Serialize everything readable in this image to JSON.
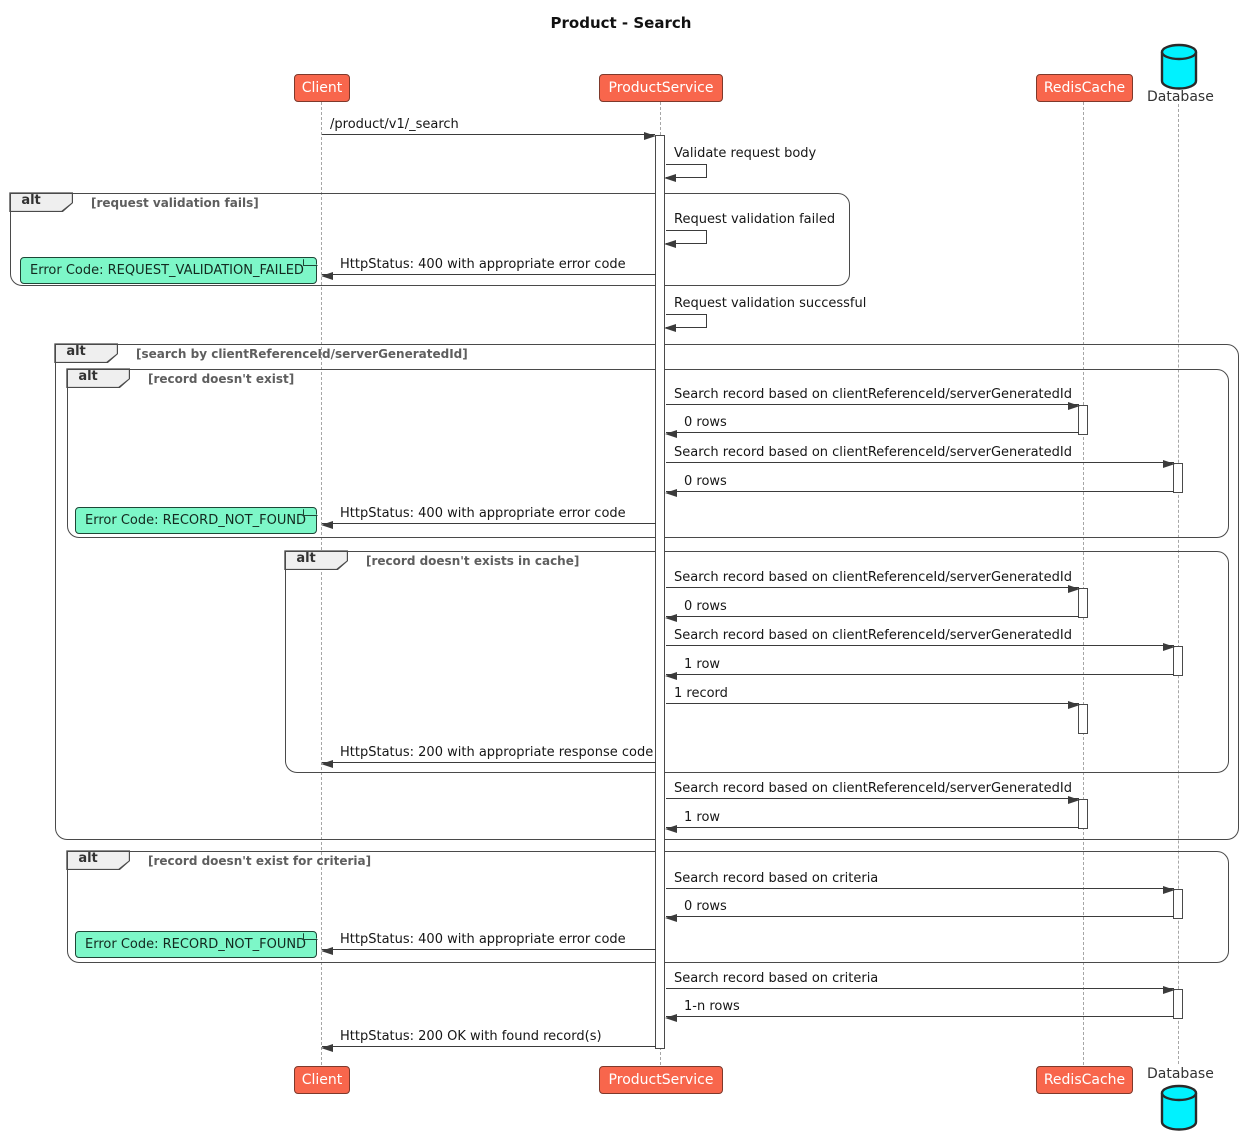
{
  "title": "Product - Search",
  "participants": {
    "client": "Client",
    "product_service": "ProductService",
    "redis_cache": "RedisCache",
    "database": "Database"
  },
  "colors": {
    "participant_fill": "#F8664C",
    "participant_border": "#7E392B",
    "database_fill": "#00F2FF",
    "note_fill": "#7DF7C8",
    "line": "#3B3B3B"
  },
  "frames": [
    {
      "keyword": "alt",
      "condition": "[request validation fails]"
    },
    {
      "keyword": "alt",
      "condition": "[search by clientReferenceId/serverGeneratedId]"
    },
    {
      "keyword": "alt",
      "condition": "[record doesn't exist]"
    },
    {
      "keyword": "alt",
      "condition": "[record doesn't exists in cache]"
    },
    {
      "keyword": "alt",
      "condition": "[record doesn't exist for criteria]"
    }
  ],
  "notes": [
    {
      "text": "Error Code: REQUEST_VALIDATION_FAILED"
    },
    {
      "text": "Error Code: RECORD_NOT_FOUND"
    },
    {
      "text": "Error Code: RECORD_NOT_FOUND"
    }
  ],
  "messages": [
    {
      "text": "/product/v1/_search"
    },
    {
      "text": "Validate request body"
    },
    {
      "text": "Request validation failed"
    },
    {
      "text": "HttpStatus: 400 with appropriate error code"
    },
    {
      "text": "Request validation successful"
    },
    {
      "text": "Search record based on clientReferenceId/serverGeneratedId"
    },
    {
      "text": "0 rows"
    },
    {
      "text": "Search record based on clientReferenceId/serverGeneratedId"
    },
    {
      "text": "0 rows"
    },
    {
      "text": "HttpStatus: 400 with appropriate error code"
    },
    {
      "text": "Search record based on clientReferenceId/serverGeneratedId"
    },
    {
      "text": "0 rows"
    },
    {
      "text": "Search record based on clientReferenceId/serverGeneratedId"
    },
    {
      "text": "1 row"
    },
    {
      "text": "1 record"
    },
    {
      "text": "HttpStatus: 200 with appropriate response code"
    },
    {
      "text": "Search record based on clientReferenceId/serverGeneratedId"
    },
    {
      "text": "1 row"
    },
    {
      "text": "Search record based on criteria"
    },
    {
      "text": "0 rows"
    },
    {
      "text": "HttpStatus: 400 with appropriate error code"
    },
    {
      "text": "Search record based on criteria"
    },
    {
      "text": "1-n rows"
    },
    {
      "text": "HttpStatus: 200 OK with found record(s)"
    }
  ]
}
